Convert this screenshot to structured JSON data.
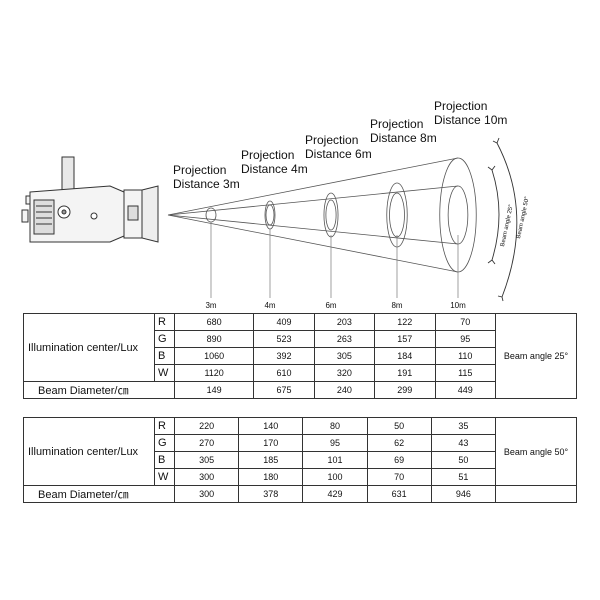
{
  "projection_labels": [
    {
      "line1": "Projection",
      "line2": "Distance 3m"
    },
    {
      "line1": "Projection",
      "line2": "Distance 4m"
    },
    {
      "line1": "Projection",
      "line2": "Distance 6m"
    },
    {
      "line1": "Projection",
      "line2": "Distance 8m"
    },
    {
      "line1": "Projection",
      "line2": "Distance 10m"
    }
  ],
  "distance_ticks": [
    "3m",
    "4m",
    "6m",
    "8m",
    "10m"
  ],
  "beam_tags": {
    "inner": "Beam angle 25°",
    "outer": "Beam angle 50°"
  },
  "tables": [
    {
      "illum_label": "Illumination center/Lux",
      "beam_label": "Beam Diameter/㎝",
      "beam_angle": "Beam angle 25°",
      "rows": [
        {
          "channel": "R",
          "values": [
            "680",
            "409",
            "203",
            "122",
            "70"
          ]
        },
        {
          "channel": "G",
          "values": [
            "890",
            "523",
            "263",
            "157",
            "95"
          ]
        },
        {
          "channel": "B",
          "values": [
            "1060",
            "392",
            "305",
            "184",
            "110"
          ]
        },
        {
          "channel": "W",
          "values": [
            "1120",
            "610",
            "320",
            "191",
            "115"
          ]
        }
      ],
      "diameters": [
        "149",
        "675",
        "240",
        "299",
        "449"
      ]
    },
    {
      "illum_label": "Illumination center/Lux",
      "beam_label": "Beam Diameter/㎝",
      "beam_angle": "Beam angle 50°",
      "rows": [
        {
          "channel": "R",
          "values": [
            "220",
            "140",
            "80",
            "50",
            "35"
          ]
        },
        {
          "channel": "G",
          "values": [
            "270",
            "170",
            "95",
            "62",
            "43"
          ]
        },
        {
          "channel": "B",
          "values": [
            "305",
            "185",
            "101",
            "69",
            "50"
          ]
        },
        {
          "channel": "W",
          "values": [
            "300",
            "180",
            "100",
            "70",
            "51"
          ]
        }
      ],
      "diameters": [
        "300",
        "378",
        "429",
        "631",
        "946"
      ]
    }
  ]
}
